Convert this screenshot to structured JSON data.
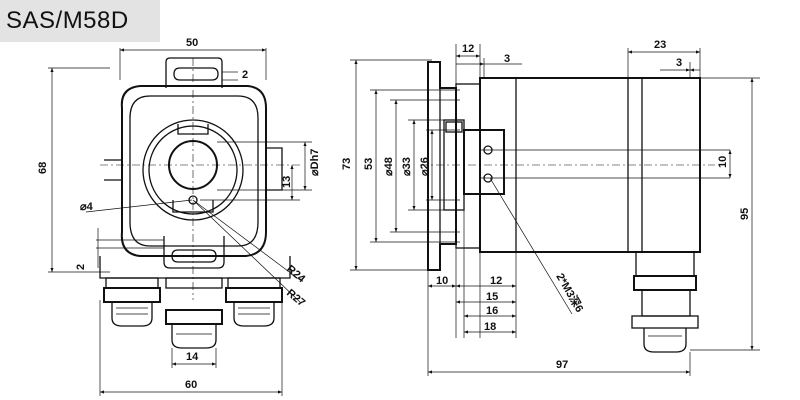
{
  "title": "SAS/M58D",
  "front_view": {
    "dim_width_top": "50",
    "dim_height_left": "68",
    "dim_slot": "2",
    "dim_bore": "⌀Dh7",
    "dim_13": "13",
    "dim_hole": "⌀4",
    "dim_2_left": "2",
    "dim_r24": "R24",
    "dim_r27": "R27",
    "dim_14": "14",
    "dim_60": "60"
  },
  "side_view": {
    "dim_12_top": "12",
    "dim_3_top": "3",
    "dim_73": "73",
    "dim_53": "53",
    "dim_48": "⌀48",
    "dim_33": "⌀33",
    "dim_26": "⌀26",
    "dim_10_bottom": "10",
    "dim_12_bottom": "12",
    "dim_15": "15",
    "dim_16": "16",
    "dim_18": "18",
    "dim_screw": "2*M3深6",
    "dim_97": "97",
    "dim_23": "23",
    "dim_3_right": "3",
    "dim_10_right": "10",
    "dim_95": "95"
  }
}
